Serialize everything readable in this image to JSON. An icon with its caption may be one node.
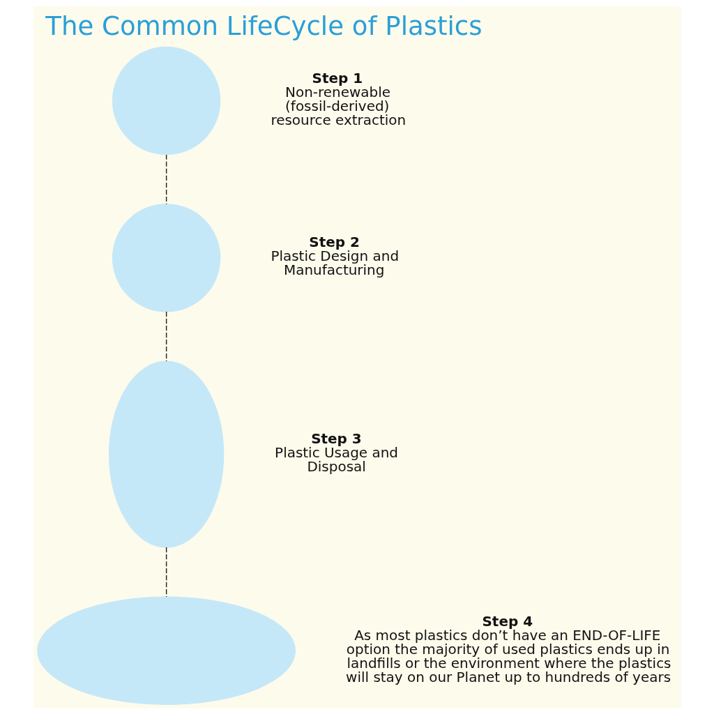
{
  "diagram": {
    "title": "The Common LifeCycle of Plastics",
    "nodes": [
      {
        "text": [],
        "shape": "circle",
        "beside": [
          "Step 1",
          "Non-renewable (fossil-derived) resource extraction"
        ]
      },
      {
        "text": [],
        "shape": "circle",
        "beside": [
          "Step 2",
          "Plastic Design and Manufacturing"
        ]
      },
      {
        "text": [],
        "shape": "ellipse",
        "beside": [
          "Step 3",
          "Plastic Usage and Disposal"
        ]
      },
      {
        "text": [],
        "shape": "ellipse",
        "beside": [
          "Step 4",
          "As most plastics don’t have an END-OF-LIFE option the majority of used plastics ends up in landfills or the environment where the plastics will stay on our Planet up to hundreds of years"
        ]
      }
    ],
    "edges": [
      {
        "from": 0,
        "to": 1,
        "arrow": "none",
        "style": "dashed"
      },
      {
        "from": 1,
        "to": 2,
        "arrow": "none",
        "style": "dashed"
      },
      {
        "from": 2,
        "to": 3,
        "arrow": "none",
        "style": "dashed"
      }
    ]
  }
}
